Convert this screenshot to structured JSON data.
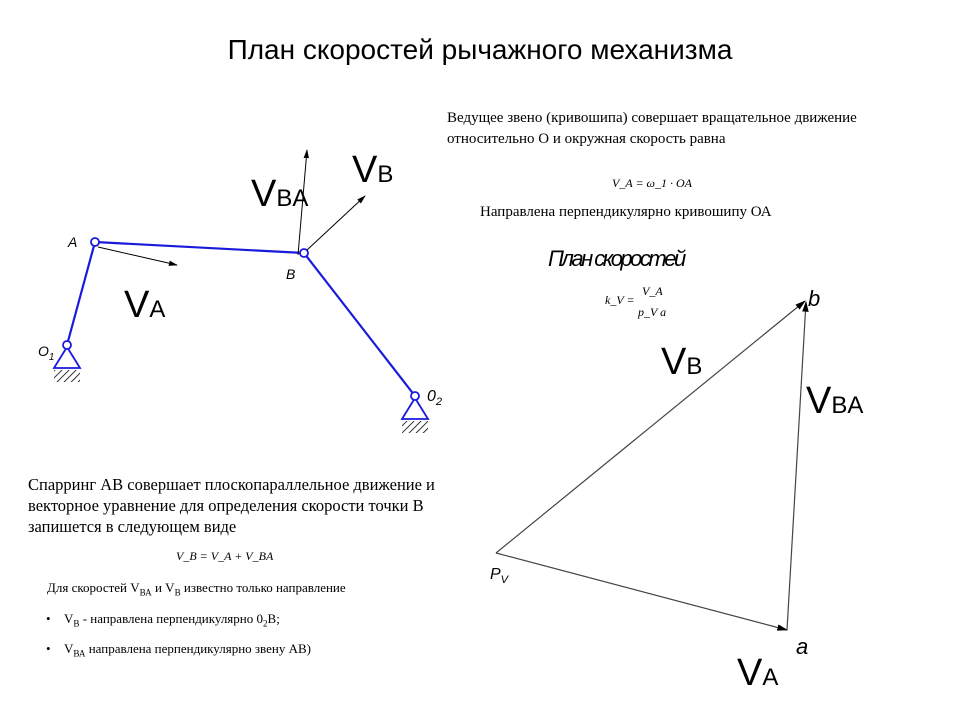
{
  "title": "План скоростей рычажного механизма",
  "text": {
    "driving_link": "Ведущее звено (кривошипа) совершает вращательное движение относительно О и окружная скорость равна",
    "direction": "Направлена перпендикулярно кривошипу ОА",
    "plan_heading": "План скоростей",
    "coupler": "Спарринг АВ совершает плоскопараллельное движение и векторное уравнение для определения скорости точки В запишется в следующем виде",
    "known": {
      "prefix": "Для скоростей V",
      "ba": "ВА",
      "and": " и  V",
      "b": "В",
      "suffix": " известно только направление"
    },
    "bullets": [
      {
        "v": "V",
        "sub": "В",
        "text": " - направлена перпендикулярно 0",
        "sub2": "2",
        "text2": "В;"
      },
      {
        "v": "V",
        "sub": "ВА",
        "text": " направлена перпендикулярно звену АВ)"
      }
    ],
    "bullet_char": "•"
  },
  "formulas": {
    "va": "V_A = ω_1 · OA",
    "kv_left": "k_V =",
    "kv_num": "V_A",
    "kv_den": "p_V a",
    "vector_eq": "V_B = V_A + V_BA"
  },
  "mechanism": {
    "labels": {
      "a": "A",
      "b": "B",
      "o1_main": "O",
      "o1_sub": "1",
      "o2_main": "0",
      "o2_sub": "2"
    },
    "vectors": {
      "va": {
        "main": "V",
        "sub": "A"
      },
      "vb": {
        "main": "V",
        "sub": "B"
      },
      "vba": {
        "main": "V",
        "sub": "BA"
      }
    }
  },
  "plan": {
    "labels": {
      "b": "b",
      "a": "a",
      "p_main": "P",
      "p_sub": "V"
    },
    "vectors": {
      "vb": {
        "main": "V",
        "sub": "B"
      },
      "vba": {
        "main": "V",
        "sub": "BA"
      },
      "va": {
        "main": "V",
        "sub": "A"
      }
    }
  },
  "colors": {
    "link": "#1a1adc",
    "ink": "#000000",
    "plan_line": "#444444"
  }
}
